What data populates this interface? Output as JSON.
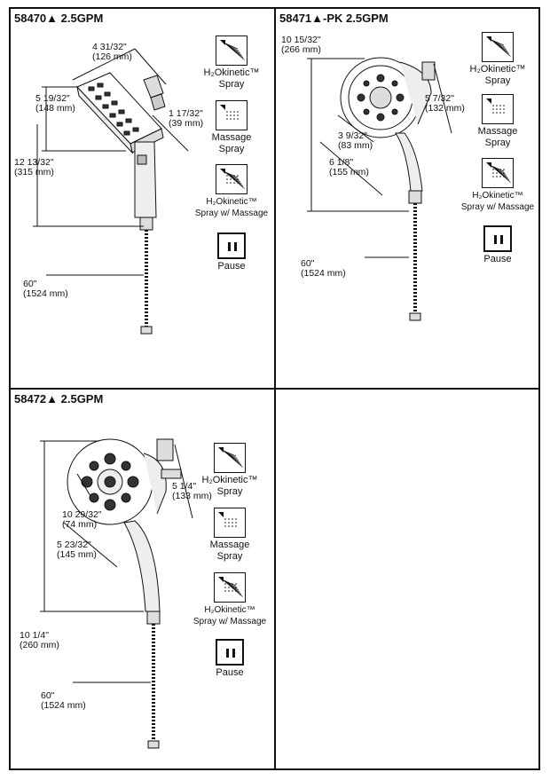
{
  "panels": {
    "p1": {
      "model": "58470▲ 2.5GPM",
      "dims": {
        "a": "4 31/32\"",
        "a_mm": "(126 mm)",
        "b": "5 19/32\"",
        "b_mm": "(148 mm)",
        "c": "1 17/32\"",
        "c_mm": "(39 mm)",
        "d": "12 13/32\"",
        "d_mm": "(315 mm)",
        "e": "60\"",
        "e_mm": "(1524 mm)"
      }
    },
    "p2": {
      "model": "58471▲-PK 2.5GPM",
      "dims": {
        "a": "10 15/32\"",
        "a_mm": "(266 mm)",
        "b": "5 7/32\"",
        "b_mm": "(132 mm)",
        "c": "3 9/32\"",
        "c_mm": "(83 mm)",
        "d": "6 1/8\"",
        "d_mm": "(155 mm)",
        "e": "60\"",
        "e_mm": "(1524 mm)"
      }
    },
    "p3": {
      "model": "58472▲ 2.5GPM",
      "dims": {
        "a": "5 1/4\"",
        "a_mm": "(133 mm)",
        "b": "10 29/32\"",
        "b_mm": "(74 mm)",
        "c": "5 23/32\"",
        "c_mm": "(145 mm)",
        "d": "10 1/4\"",
        "d_mm": "(260 mm)",
        "e": "60\"",
        "e_mm": "(1524 mm)"
      }
    }
  },
  "spray_modes": {
    "h2okinetic": {
      "line1": "H₂Okinetic™",
      "line2": "Spray"
    },
    "massage": {
      "line1": "Massage",
      "line2": "Spray"
    },
    "combo": {
      "line1": "H₂Okinetic™",
      "line2": "Spray w/ Massage"
    },
    "pause": {
      "line1": "Pause"
    }
  }
}
